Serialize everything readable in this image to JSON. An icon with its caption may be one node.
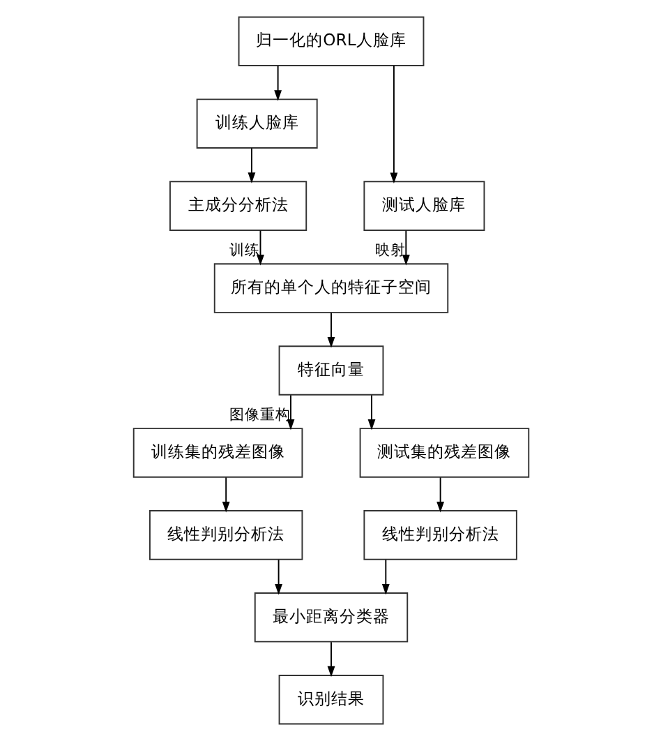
{
  "diagram": {
    "nodes": [
      {
        "text": [
          "归一化的ORL人脸库"
        ]
      },
      {
        "text": [
          "训练人脸库"
        ]
      },
      {
        "text": [
          "测试人脸库"
        ]
      },
      {
        "text": [
          "主成分分析法"
        ]
      },
      {
        "text": [
          "所有的单个人的特征子空间"
        ]
      },
      {
        "text": [
          "特征向量"
        ]
      },
      {
        "text": [
          "训练集的残差图像"
        ]
      },
      {
        "text": [
          "测试集的残差图像"
        ]
      },
      {
        "text": [
          "线性判别分析法"
        ]
      },
      {
        "text": [
          "线性判别分析法"
        ]
      },
      {
        "text": [
          "最小距离分类器"
        ]
      },
      {
        "text": [
          "识别结果"
        ]
      }
    ],
    "edges": [
      {
        "from": 0,
        "to": 1,
        "arrow": "to"
      },
      {
        "from": 0,
        "to": 2,
        "arrow": "to"
      },
      {
        "from": 1,
        "to": 3,
        "arrow": "to"
      },
      {
        "from": 3,
        "to": 4,
        "arrow": "to",
        "label": "训练"
      },
      {
        "from": 2,
        "to": 4,
        "arrow": "to",
        "label": "映射"
      },
      {
        "from": 4,
        "to": 5,
        "arrow": "to"
      },
      {
        "from": 5,
        "to": 6,
        "arrow": "to",
        "label": "图像重构"
      },
      {
        "from": 5,
        "to": 7,
        "arrow": "to"
      },
      {
        "from": 6,
        "to": 8,
        "arrow": "to"
      },
      {
        "from": 7,
        "to": 9,
        "arrow": "to"
      },
      {
        "from": 8,
        "to": 10,
        "arrow": "to"
      },
      {
        "from": 9,
        "to": 10,
        "arrow": "to"
      },
      {
        "from": 10,
        "to": 11,
        "arrow": "to"
      }
    ]
  }
}
